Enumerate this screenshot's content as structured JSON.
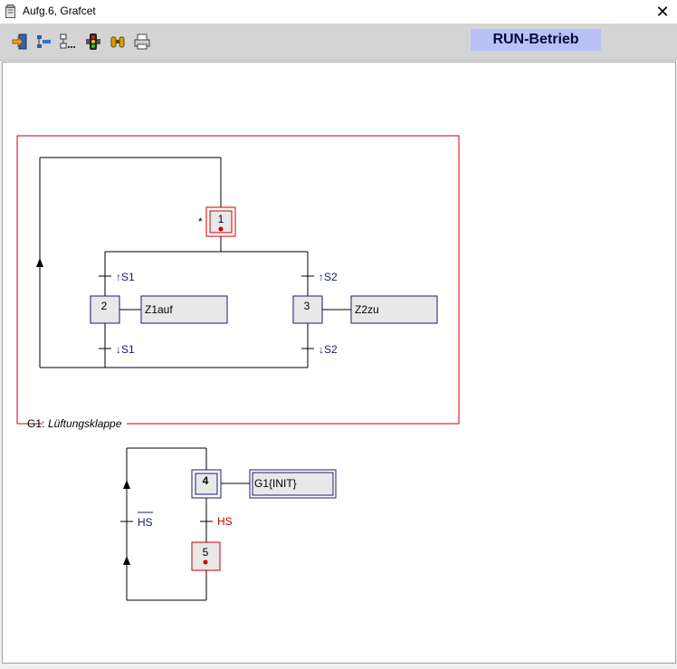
{
  "window": {
    "title": "Aufg.6, Grafcet",
    "close": "✕"
  },
  "toolbar": {
    "buttons": [
      {
        "icon": "exit-icon"
      },
      {
        "icon": "align-icon"
      },
      {
        "icon": "list-icon"
      },
      {
        "icon": "traffic-light-icon"
      },
      {
        "icon": "binoculars-icon"
      },
      {
        "icon": "print-icon"
      }
    ],
    "mode": "RUN-Betrieb"
  },
  "colors": {
    "active": "#cc0000",
    "step_border": "#1a1a6e",
    "step_fill": "#e8e8e8",
    "text_blue": "#1a1a6e"
  },
  "grafcet": {
    "group_label": "G1:",
    "group_name": "Lüftungsklappe",
    "initial_marker": "*",
    "steps": [
      {
        "number": "1",
        "initial": true,
        "active": true
      },
      {
        "number": "2",
        "initial": false,
        "active": false,
        "action": "Z1auf"
      },
      {
        "number": "3",
        "initial": false,
        "active": false,
        "action": "Z2zu"
      },
      {
        "number": "4",
        "initial": true,
        "active": false,
        "action": "G1{INIT}"
      },
      {
        "number": "5",
        "initial": false,
        "active": true
      }
    ],
    "transitions": [
      {
        "condition": "↑S1"
      },
      {
        "condition": "↑S2"
      },
      {
        "condition": "↓S1"
      },
      {
        "condition": "↓S2"
      },
      {
        "condition": "HS",
        "negated": true
      },
      {
        "condition": "HS",
        "negated": false
      }
    ]
  }
}
